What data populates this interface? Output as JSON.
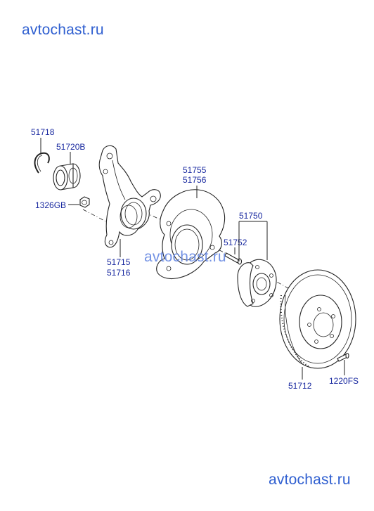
{
  "watermarks": {
    "top": "avtochast.ru",
    "middle": "avtochast.ru",
    "bottom": "avtochast.ru"
  },
  "part_labels": {
    "snap_ring": "51718",
    "bearing": "51720B",
    "nut": "1326GB",
    "knuckle_1": "51715",
    "knuckle_2": "51716",
    "dust_cover_1": "51755",
    "dust_cover_2": "51756",
    "hub_assembly": "51750",
    "hub_bolt": "51752",
    "disc": "51712",
    "screw": "1220FS"
  },
  "colors": {
    "label_text": "#1a2aa0",
    "watermark": "#2f5fd0",
    "line": "#222222"
  }
}
